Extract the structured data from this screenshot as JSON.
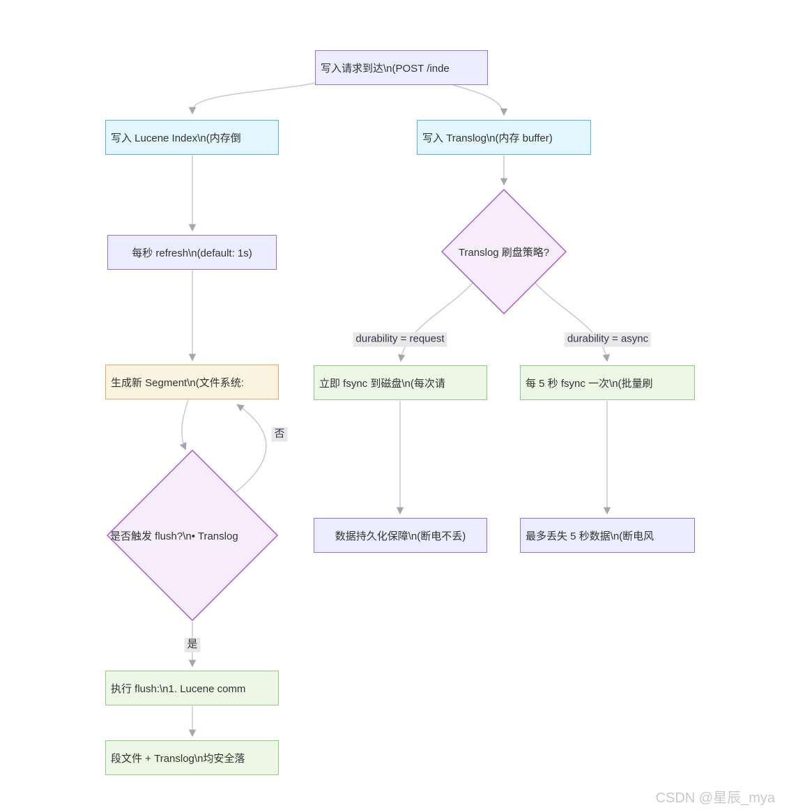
{
  "nodes": {
    "request": "写入请求到达\\n(POST /inde",
    "lucene": "写入 Lucene Index\\n(内存倒",
    "translog": "写入 Translog\\n(内存 buffer)",
    "refresh": "每秒 refresh\\n(default: 1s)",
    "policy": "Translog 刷盘策略?",
    "segment": "生成新 Segment\\n(文件系统:",
    "fsync_now": "立即 fsync 到磁盘\\n(每次请",
    "fsync_5s": "每 5 秒 fsync 一次\\n(批量刷",
    "flush_check": "是否触发 flush?\\n• Translog",
    "durable": "数据持久化保障\\n(断电不丢)",
    "lose_5s": "最多丢失 5 秒数据\\n(断电风",
    "do_flush": "执行 flush:\\n1. Lucene comm",
    "safe": "段文件 + Translog\\n均安全落"
  },
  "edge_labels": {
    "request_branch": "durability = request",
    "async_branch": "durability = async",
    "no": "否",
    "yes": "是"
  },
  "watermark": "CSDN @星辰_mya",
  "colors": {
    "purple_fill": "#ECECFF",
    "purple_border": "#9370DB",
    "blue_fill": "#E3F5FD",
    "blue_border": "#4FB3E8",
    "orange_fill": "#FDF3E1",
    "orange_border": "#F0A355",
    "green_fill": "#EBF7E4",
    "green_border": "#8ECB7D",
    "diamond_fill": "#F5EDFC",
    "diamond_border": "#A25BD4",
    "edge_line": "#C8C8D0",
    "edge_label_bg": "#E8E8E8",
    "text": "#333333",
    "watermark": "#C9C9C9"
  }
}
